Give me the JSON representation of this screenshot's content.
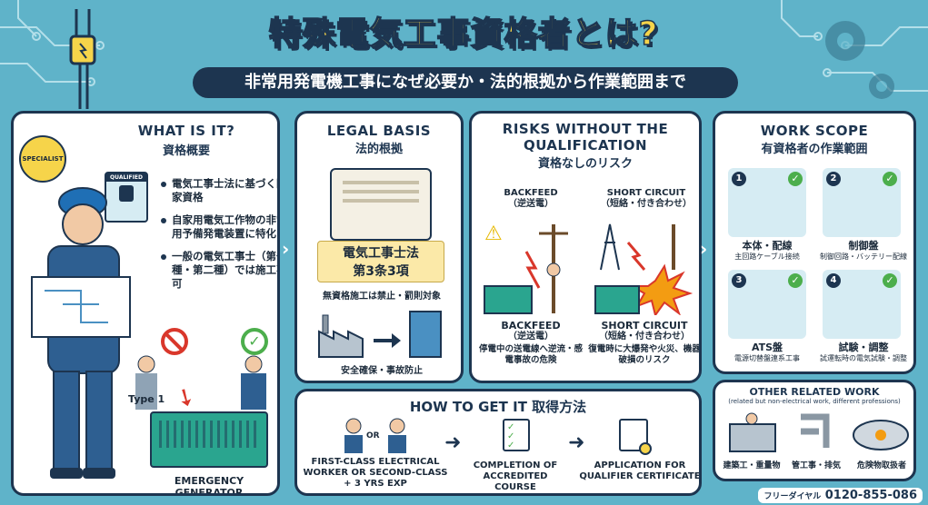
{
  "header": {
    "title": "特殊電気工事資格者とは?",
    "subtitle": "非常用発電機工事になぜ必要か・法的根拠から作業範囲まで"
  },
  "what": {
    "title": "WHAT IS IT?",
    "subtitle": "資格概要",
    "badge": "SPECIALIST",
    "id_card": "QUALIFIED",
    "bullets": [
      "電気工事士法に基づく国家資格",
      "自家用電気工作物の非常用予備発電装置に特化",
      "一般の電気工事士（第一種・第二種）では施工不可"
    ],
    "type_label": "Type 1",
    "generator_label": "EMERGENCY GENERATOR"
  },
  "legal": {
    "title": "LEGAL BASIS",
    "subtitle": "法的根拠",
    "law": "電気工事士法\n第3条3項",
    "note": "無資格施工は禁止・罰則対象",
    "footer": "安全確保・事故防止"
  },
  "risks": {
    "title": "RISKS WITHOUT THE QUALIFICATION",
    "subtitle": "資格なしのリスク",
    "backfeed_top": "BACKFEED",
    "backfeed_top_jp": "（逆送電）",
    "short_top": "SHORT CIRCUIT",
    "short_top_jp": "（短絡・付き合わせ）",
    "backfeed": "BACKFEED",
    "backfeed_jp": "（逆送電）",
    "backfeed_desc": "停電中の送電線へ逆流・感電事故の危険",
    "short": "SHORT CIRCUIT",
    "short_jp": "（短絡・付き合わせ）",
    "short_desc": "復電時に大爆発や火災、機器破損のリスク"
  },
  "scope": {
    "title": "WORK SCOPE",
    "subtitle": "有資格者の作業範囲",
    "items": [
      {
        "num": "1",
        "title": "本体・配線",
        "desc": "主回路ケーブル接続"
      },
      {
        "num": "2",
        "title": "制御盤",
        "desc": "制御回路・バッテリー配線"
      },
      {
        "num": "3",
        "title": "ATS盤",
        "desc": "電源切替盤連系工事"
      },
      {
        "num": "4",
        "title": "試験・調整",
        "desc": "試運転時の電気試験・調整"
      }
    ]
  },
  "howto": {
    "title": "HOW TO GET IT 取得方法",
    "or": "OR",
    "steps": [
      "FIRST-CLASS ELECTRICAL WORKER OR SECOND-CLASS + 3 YRS EXP",
      "COMPLETION OF ACCREDITED COURSE",
      "APPLICATION FOR QUALIFIER CERTIFICATE"
    ]
  },
  "other": {
    "title": "OTHER RELATED WORK",
    "note": "(related but non-electrical work, different professions)",
    "items": [
      "建築工・重量物",
      "管工事・排気",
      "危険物取扱者"
    ]
  },
  "footer": {
    "label": "フリーダイヤル",
    "phone": "0120-855-086"
  },
  "colors": {
    "background": "#5fb3c9",
    "navy": "#1d3550",
    "title_yellow": "#f6d44a",
    "check": "#4cae4c",
    "danger": "#d9372b"
  }
}
